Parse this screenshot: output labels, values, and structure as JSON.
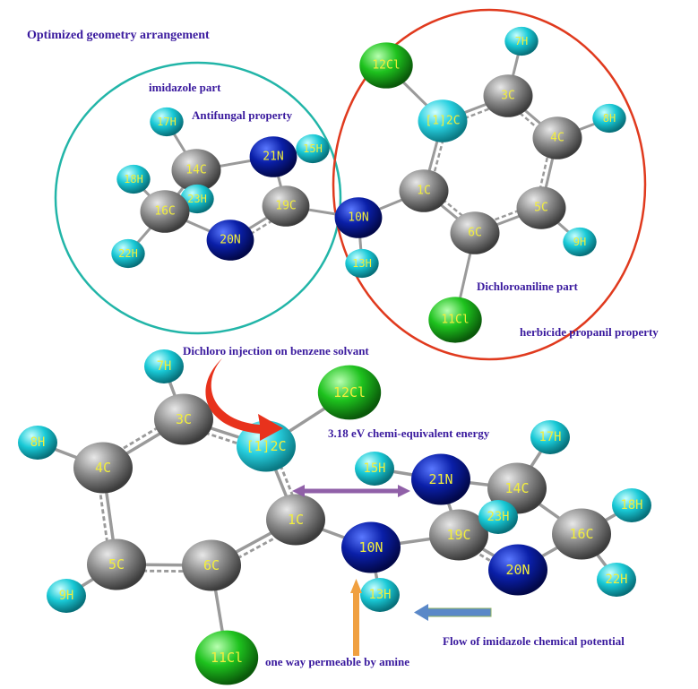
{
  "annotations": {
    "title": "Optimized geometry arrangement",
    "imidazole": "imidazole part",
    "antifungal": "Antifungal property",
    "dichloroaniline": "Dichloroaniline part",
    "herbicide": "herbicide propanil property",
    "injection": "Dichloro injection on benzene solvant",
    "energy": "3.18 eV chemi-equivalent energy",
    "flow": "Flow of imidazole chemical potential",
    "permeable": "one way permeable by amine"
  },
  "colors": {
    "text": "#3a1a9e",
    "carbon": "#8c8c8c",
    "nitrogen": "#0a1fa8",
    "hydrogen": "#19c9d6",
    "chlorine": "#1ec21e",
    "highlight_carbon": "#28d0e0",
    "imidazole_circle": "#22b5a8",
    "aniline_circle": "#e03a1e"
  },
  "top_molecule": {
    "atoms": [
      "17H",
      "14C",
      "21N",
      "15H",
      "18H",
      "23H",
      "16C",
      "19C",
      "20N",
      "22H",
      "10N",
      "13H",
      "1C",
      "12Cl",
      "[1]2C",
      "3C",
      "7H",
      "4C",
      "8H",
      "5C",
      "9H",
      "6C",
      "11Cl"
    ]
  },
  "bottom_molecule": {
    "atoms": [
      "7H",
      "3C",
      "12Cl",
      "[1]2C",
      "8H",
      "4C",
      "1C",
      "5C",
      "6C",
      "9H",
      "11Cl",
      "10N",
      "13H",
      "19C",
      "20N",
      "21N",
      "15H",
      "14C",
      "17H",
      "23H",
      "16C",
      "18H",
      "22H"
    ]
  }
}
